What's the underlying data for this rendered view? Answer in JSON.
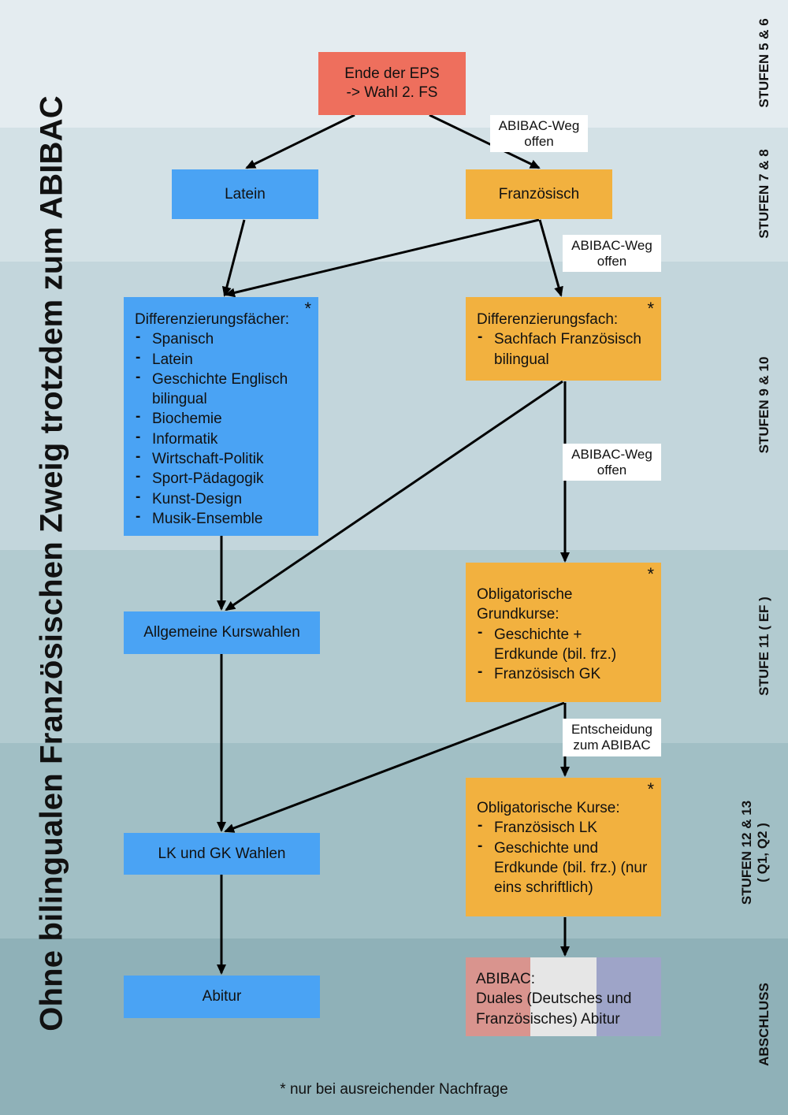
{
  "title": "Ohne bilingualen Französischen Zweig trotzdem zum ABIBAC",
  "stages": [
    {
      "label": "STUFEN 5 & 6"
    },
    {
      "label": "STUFEN 7 & 8"
    },
    {
      "label": "STUFEN 9 & 10"
    },
    {
      "label": "STUFE 11 ( EF )"
    },
    {
      "label": "STUFEN 12 & 13",
      "sub": "( Q1, Q2 )"
    },
    {
      "label": "ABSCHLUSS"
    }
  ],
  "start": {
    "line1": "Ende der EPS",
    "line2": "-> Wahl 2. FS"
  },
  "left": {
    "latein": "Latein",
    "diff_title": "Differenzierungsfächer:",
    "diff_items": [
      "Spanisch",
      "Latein",
      "Geschichte Englisch bilingual",
      "Biochemie",
      "Informatik",
      "Wirtschaft-Politik",
      "Sport-Pädagogik",
      "Kunst-Design",
      "Musik-Ensemble"
    ],
    "allgemein": "Allgemeine Kurswahlen",
    "lkgk": "LK und GK Wahlen",
    "abitur": "Abitur"
  },
  "right": {
    "franz": "Französisch",
    "diff_title": "Differenzierungsfach:",
    "diff_items": [
      "Sachfach Französisch bilingual"
    ],
    "ef_title_1": "Obligatorische",
    "ef_title_2": "Grundkurse:",
    "ef_items": [
      "Geschichte + Erdkunde (bil. frz.)",
      "Französisch GK"
    ],
    "q_title": "Obligatorische Kurse:",
    "q_items": [
      "Französisch LK",
      "Geschichte und Erdkunde (bil. frz.) (nur eins schriftlich)"
    ],
    "abibac_title": "ABIBAC:",
    "abibac_line2": "Duales (Deutsches und",
    "abibac_line3": "Französisches) Abitur"
  },
  "star": "*",
  "tags": {
    "weg1_a": "ABIBAC-Weg",
    "weg1_b": "offen",
    "weg2_a": "ABIBAC-Weg",
    "weg2_b": "offen",
    "weg3_a": "ABIBAC-Weg",
    "weg3_b": "offen",
    "entscheidung_a": "Entscheidung",
    "entscheidung_b": "zum ABIBAC"
  },
  "footnote": "* nur bei ausreichender Nachfrage",
  "colors": {
    "blue": "#4aa3f4",
    "orange": "#f2b13f",
    "red": "#ee6f5d",
    "flag_red": "#d9948e",
    "flag_white": "#e6e6e6",
    "flag_blue": "#9ea4c8"
  }
}
